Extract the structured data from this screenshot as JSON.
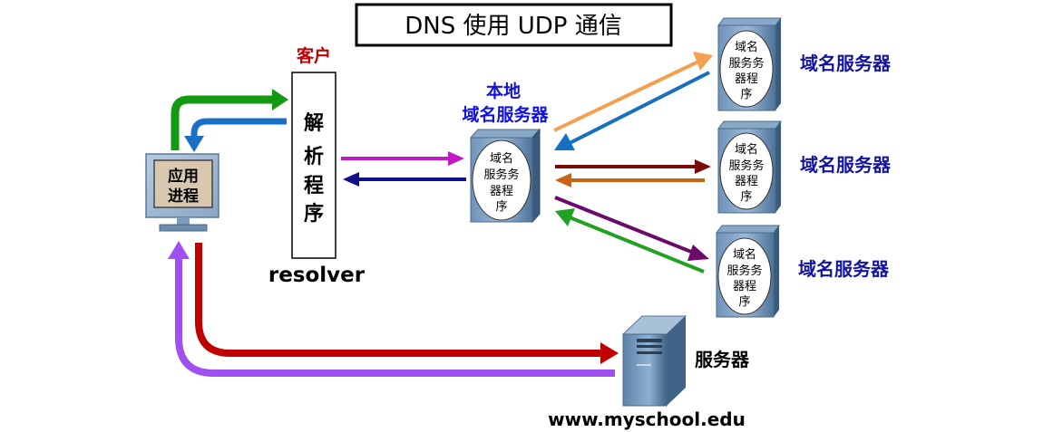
{
  "title": "DNS 使用 UDP 通信",
  "client_label": "客户",
  "app_process_lines": [
    "应用",
    "进程"
  ],
  "resolver_lines": [
    "解",
    "析",
    "程",
    "序"
  ],
  "resolver_label": "resolver",
  "local_dns_label_lines": [
    "本地",
    "域名服务器"
  ],
  "server_program_lines": [
    "域名",
    "服务务",
    "器程",
    "序"
  ],
  "remote_dns_label": "域名服务器",
  "web_server_label": "服务器",
  "web_server_host": "www.myschool.edu",
  "colors": {
    "green": "#129a12",
    "blue_light": "#1a6fc8",
    "magenta": "#c21ac2",
    "navy": "#10108a",
    "orange": "#f5a050",
    "blue_return": "#1470c0",
    "dark_red": "#7a0a0a",
    "brown_orange": "#c86414",
    "purple": "#6a0a6a",
    "green_return": "#22a022",
    "red": "#c00000",
    "violet": "#a050f0",
    "title_label_blue": "#1414a0",
    "client_red": "#c00000"
  }
}
